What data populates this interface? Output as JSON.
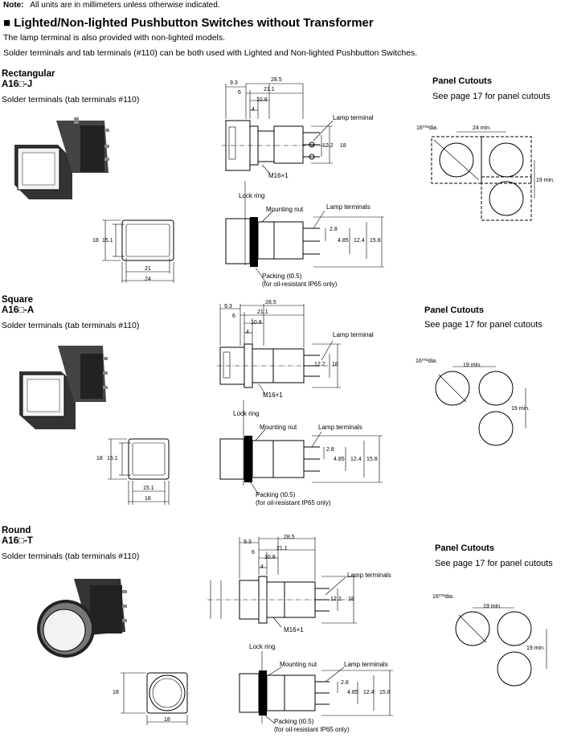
{
  "note": {
    "label": "Note:",
    "text": "All units are in millimeters unless otherwise indicated."
  },
  "title": "Lighted/Non-lighted Pushbutton Switches without Transformer",
  "intro": [
    "The lamp terminal is also provided with non-lighted models.",
    "Solder terminals and tab terminals (#110) can be both used with Lighted and Non-lighted Pushbutton Switches."
  ],
  "sections": [
    {
      "name": "Rectangular",
      "model": "A16□-J",
      "terminals": "Solder terminals (tab terminals #110)",
      "panel_title": "Panel Cutouts",
      "panel_text": "See page 17 for panel cutouts",
      "cutout_dia": "16⁰⁰²dia.",
      "cutout_min_h": "24 min.",
      "cutout_min_v": "19 min.",
      "front_w_inner": "21",
      "front_w_outer": "24",
      "front_h_outer": "18",
      "front_h_inner": "15.1",
      "dims": [
        "9.3",
        "28.5",
        "6",
        "21.1",
        "10.8",
        "4",
        "12.2",
        "18",
        "2.8",
        "4.85",
        "12.4",
        "15.8"
      ],
      "lamp_terminal": "Lamp terminal",
      "lamp_terminals": "Lamp terminals",
      "thread": "M16×1",
      "lock_ring": "Lock ring",
      "mounting_nut": "Mounting nut",
      "packing": "Packing (t0.5)",
      "packing_note": "(for oil-resistant IP65 only)"
    },
    {
      "name": "Square",
      "model": "A16□-A",
      "terminals": "Solder terminals (tab terminals #110)",
      "panel_title": "Panel Cutouts",
      "panel_text": "See page 17 for panel cutouts",
      "cutout_dia": "16⁰⁰²dia.",
      "cutout_min_h": "19 min.",
      "cutout_min_v": "19 min.",
      "front_w_inner": "15.1",
      "front_w_outer": "18",
      "front_h_outer": "18",
      "front_h_inner": "15.1",
      "dims": [
        "9.3",
        "28.5",
        "6",
        "21.1",
        "10.8",
        "4",
        "12.2",
        "18",
        "2.8",
        "4.85",
        "12.4",
        "15.8"
      ],
      "lamp_terminal": "Lamp terminal",
      "lamp_terminals": "Lamp terminals",
      "thread": "M16×1",
      "lock_ring": "Lock ring",
      "mounting_nut": "Mounting nut",
      "packing": "Packing (t0.5)",
      "packing_note": "(for oil-resistant IP65 only)"
    },
    {
      "name": "Round",
      "model": "A16□-T",
      "terminals": "Solder terminals (tab terminals #110)",
      "panel_title": "Panel Cutouts",
      "panel_text": "See page 17 for panel cutouts",
      "cutout_dia": "16⁰⁰²dia.",
      "cutout_min_h": "19 min.",
      "cutout_min_v": "19 min.",
      "front_w_outer": "18",
      "front_h_outer": "18",
      "dims": [
        "9.3",
        "28.5",
        "6",
        "21.1",
        "10.8",
        "4",
        "12.2",
        "18",
        "2.8",
        "4.85",
        "12.4",
        "15.8"
      ],
      "lamp_terminals": "Lamp terminals",
      "thread": "M16×1",
      "lock_ring": "Lock ring",
      "mounting_nut": "Mounting nut",
      "packing": "Packing (t0.5)",
      "packing_note": "(for oil-resistant IP65 only)"
    }
  ]
}
